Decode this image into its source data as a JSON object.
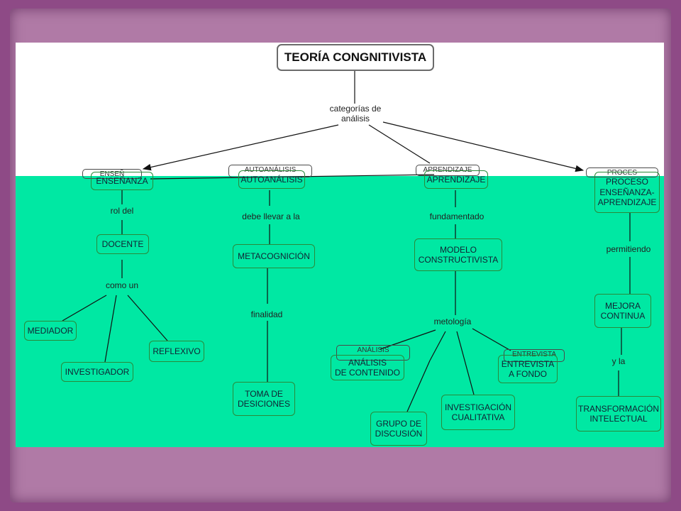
{
  "colors": {
    "frame": "#8e4a86",
    "frame_inner": "#b07aa6",
    "canvas_top": "#ffffff",
    "canvas_bottom": "#00e8a3",
    "node_border_green": "#2a8a3a",
    "node_border_gray": "#6b6b6b"
  },
  "title": "TEORÍA CONGNITIVISTA",
  "root_link": "categorías de\nanálisis",
  "branches": {
    "ensenanza": {
      "label": "ENSEÑANZA",
      "ghost": "ENSEÑ",
      "link1": "rol del",
      "node1": "DOCENTE",
      "link2": "como un",
      "leaves": [
        "MEDIADOR",
        "INVESTIGADOR",
        "REFLEXIVO"
      ]
    },
    "autoanalisis": {
      "label": "AUTOANÁLISIS",
      "ghost": "AUTOANÁLISIS",
      "link1": "debe llevar a la",
      "node1": "METACOGNICIÓN",
      "link2": "finalidad",
      "node2": "TOMA DE\nDESICIONES"
    },
    "aprendizaje": {
      "label": "APRENDIZAJE",
      "ghost": "APRENDIZAJE",
      "link1": "fundamentado",
      "node1": "MODELO\nCONSTRUCTIVISTA",
      "link2": "metología",
      "leaves": [
        "ANÁLISIS\nDE CONTENIDO",
        "GRUPO DE\nDISCUSIÓN",
        "INVESTIGACIÓN\nCUALITATIVA",
        "ENTREVISTA\nA FONDO"
      ],
      "ghost_leaf_1": "ANÁLISIS",
      "ghost_leaf_4": "ENTREVISTA"
    },
    "proceso": {
      "label": "PROCESO\nENSEÑANZA-\nAPRENDIZAJE",
      "ghost": "PROCES",
      "link1": "permitiendo",
      "node1": "MEJORA\nCONTINUA",
      "link2": "y la",
      "node2": "TRANSFORMACIÓN\nINTELECTUAL"
    }
  }
}
